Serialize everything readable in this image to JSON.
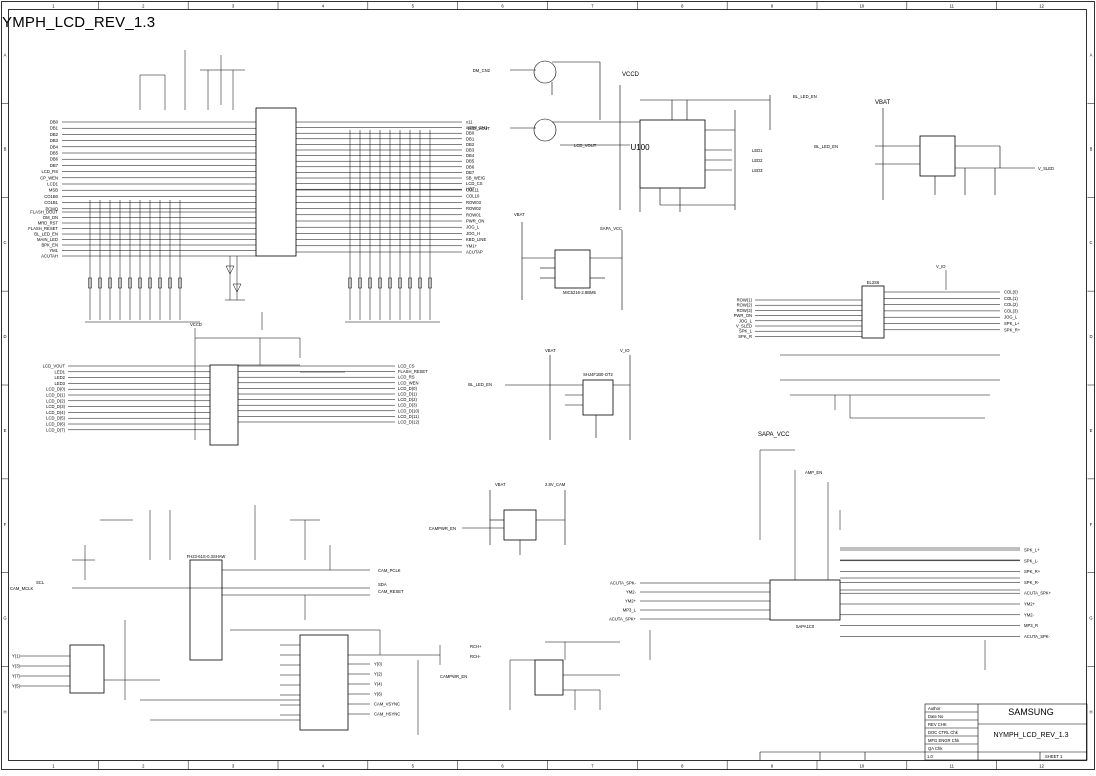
{
  "document": {
    "title": "YMPH_LCD_REV_1.3",
    "company": "SAMSUNG",
    "drawing_name": "NYMPH_LCD_REV_1.3"
  },
  "frame": {
    "columns": [
      "1",
      "2",
      "3",
      "4",
      "5",
      "6",
      "7",
      "8",
      "9",
      "10",
      "11",
      "12"
    ],
    "rows": [
      "A",
      "B",
      "C",
      "D",
      "E",
      "F",
      "G",
      "H"
    ]
  },
  "title_block": {
    "labels": [
      "Author",
      "Date No",
      "REV CHK",
      "DOC CTRL Chk",
      "MFG ENGR Chk",
      "QA Chk"
    ],
    "rev": "1.0",
    "sheet": "SHEET 1"
  },
  "power_labels": {
    "vccd": "VCCD",
    "vbat_top": "VBAT",
    "vbat_mid": "VBAT",
    "vbat_cam": "VBAT",
    "vbat_bl": "VBAT",
    "sapa_vcc_top": "SAPA_VCC",
    "sapa_vcc_amp": "SAPA_VCC",
    "vio_mid": "V_IO",
    "vio_right": "V_IO",
    "cam_2v8": "2.8V_CAM"
  },
  "components": {
    "u100": "U100",
    "ldo": "MIC5216-2.8BM5",
    "cam_ldo": "SHJ4F1B0-OT2",
    "lcd_conn": "FH23-61S-0.3SHAW",
    "kbd_conn": "EL2S6",
    "amp": "SAPA1C0",
    "cam_conn": "FH23-61S-0.3SHAW"
  },
  "net_labels": {
    "top_left_in": [
      "DB0",
      "DB1",
      "DB2",
      "DB3",
      "DB4",
      "DB5",
      "DB6",
      "DB7",
      "LCD_RS",
      "CP_WEN",
      "LCD1",
      "MSB",
      "CO1B0",
      "CO1B1",
      "PCMO"
    ],
    "lcd_mid_in": [
      "FLASH_DOUT",
      "DM_DN",
      "MRD_RST",
      "FLASH_RESET",
      "BL_LED_EN",
      "MAIN_LED",
      "BPK_EN",
      "YM1",
      "ACUTAH"
    ],
    "top_right_out": [
      "x11",
      "xsDM_CH1",
      "DB0",
      "DB1",
      "DB2",
      "DB3",
      "DB4",
      "DB5",
      "DB6",
      "DB7",
      "SB_WEIG",
      "LCD_CS",
      "HOT"
    ],
    "lcd_right_out": [
      "COL11",
      "COL10",
      "ROW03",
      "ROW02",
      "ROW01",
      "PWR_ON",
      "JOG_L",
      "JOG_H",
      "KBD_LINE",
      "YM1+",
      "ACUTAP"
    ],
    "bl_in": [
      "DM_CN2",
      "LCD_VOUT"
    ],
    "bl_out": [
      "BL_LED_EN",
      "LED1",
      "LED2",
      "LED3",
      "BL_LED_EN"
    ],
    "lcd2_in": [
      "LCD_VOUT",
      "LED1",
      "LED2",
      "LED3",
      "LCD_D(0)",
      "LCD_D(1)",
      "LCD_D(2)",
      "LCD_D(3)",
      "LCD_D(4)",
      "LCD_D(5)",
      "LCD_D(6)",
      "LCD_D(7)"
    ],
    "lcd2_out": [
      "LCD_CS",
      "FLASH_RESET",
      "LCD_RS",
      "LCD_WEN",
      "LCD_D(0)",
      "LCD_D(1)",
      "LCD_D(2)",
      "LCD_D(3)",
      "LCD_D(10)",
      "LCD_D(11)",
      "LCD_D(12)"
    ],
    "kbd_in": [
      "ROW(1)",
      "ROW(2)",
      "ROW(3)",
      "PWR_ON",
      "JOG_L",
      "V_SLED",
      "SPK_L",
      "SPK_R"
    ],
    "kbd_out": [
      "COL(0)",
      "COL(1)",
      "COL(2)",
      "COL(3)",
      "JOG_L",
      "SPK_L+",
      "SPK_R+"
    ],
    "vled": "V_SLED",
    "bl_led_en_right": "BL_LED_EN",
    "cam_in": [
      "CAM_MCLK",
      "SCL",
      "Y(1)",
      "Y(3)",
      "Y(7)",
      "Y(5)"
    ],
    "cam_out": [
      "CAM_PCLK",
      "SDA",
      "CAM_RESET",
      "Y(0)",
      "Y(2)",
      "Y(4)",
      "Y(6)",
      "CAM_VSYNC",
      "CAM_HSYNC",
      "RCH+",
      "RCH-"
    ],
    "campwr": "CAMPWR_EN",
    "campwr2": "CAMPWR_EN",
    "amp_in": [
      "ACUTA_SPK-",
      "YM2-",
      "YM2+",
      "MP3_L",
      "ACUTA_SPK+"
    ],
    "amp_out": [
      "SPK_L+",
      "SPK_L-",
      "SPK_R+",
      "SPK_R-",
      "ACUTA_SPK+",
      "YM2+",
      "YM2-",
      "MP3_R",
      "ACUTA_SPK-"
    ],
    "amp_en": "AMP_EN",
    "bl_led_en_mid": "BL_LED_EN",
    "vled_out": "V_SLED",
    "u100_out": [
      "LED1",
      "LED2",
      "LED3"
    ]
  }
}
